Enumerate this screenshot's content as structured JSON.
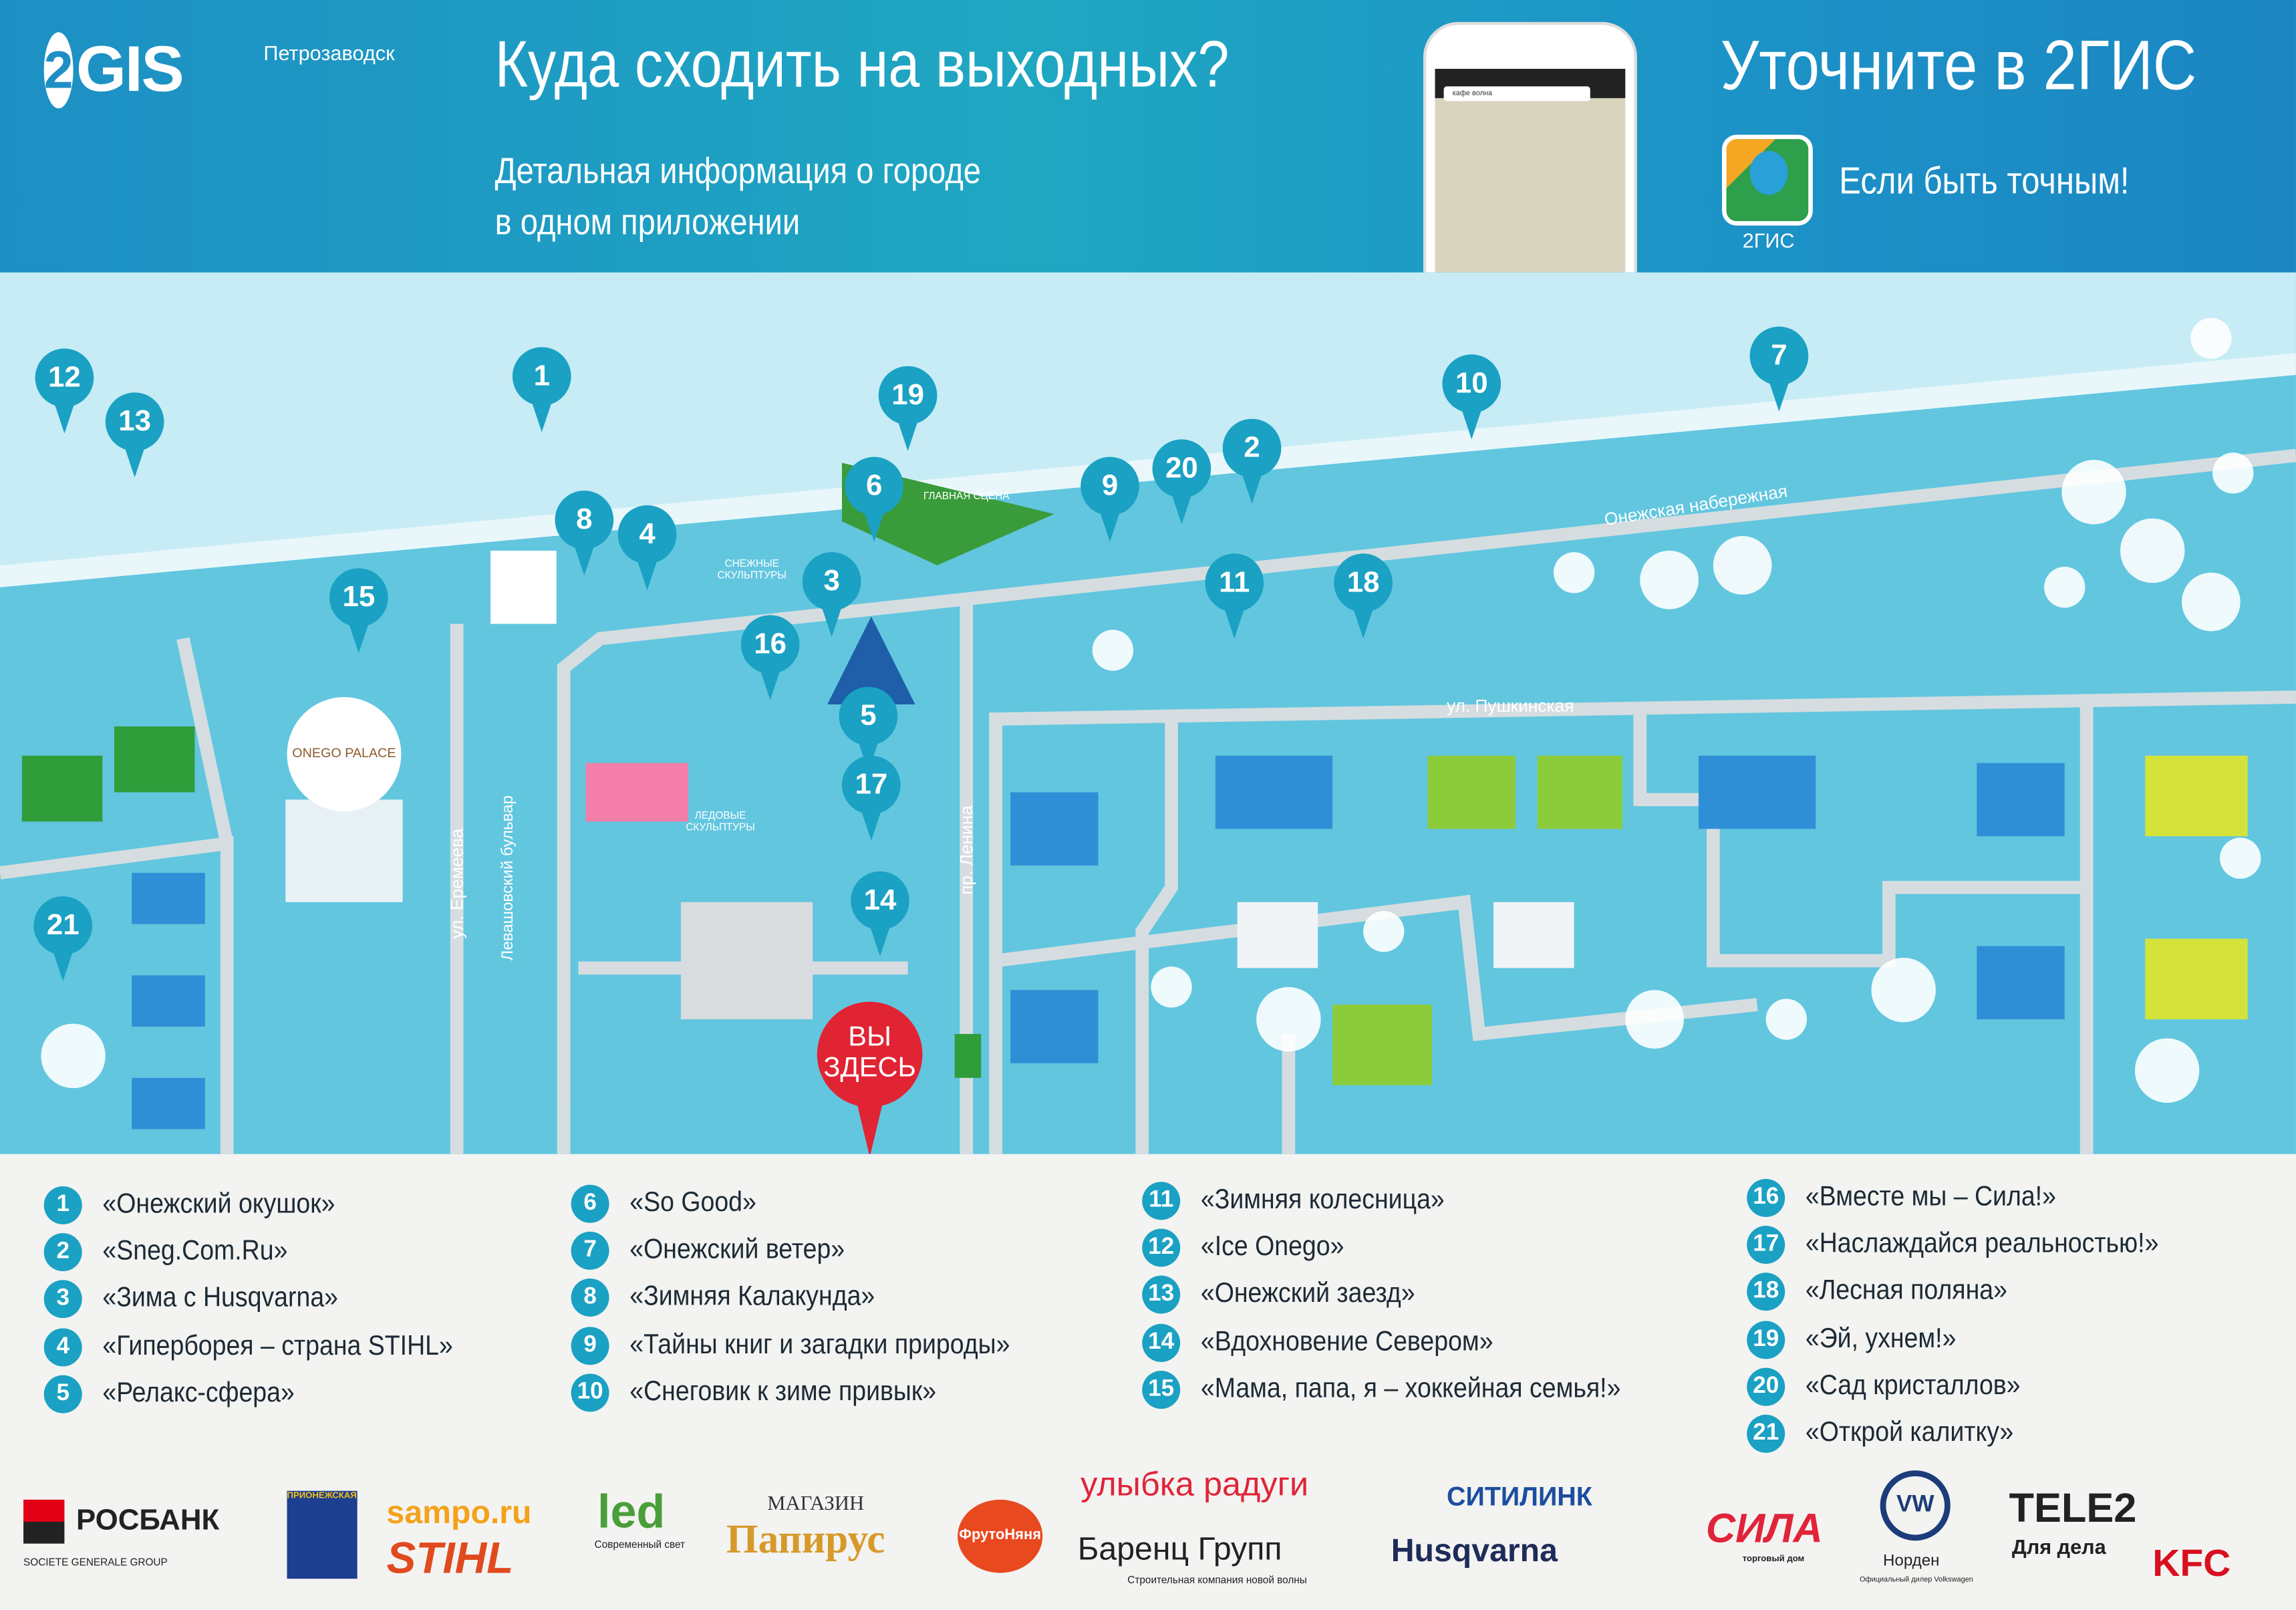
{
  "header": {
    "brand": "2GIS",
    "brand_mark": "2",
    "brand_text": "GIS",
    "city": "Петрозаводск",
    "title": "Куда сходить на выходных?",
    "subtitle_line1": "Детальная информация о городе",
    "subtitle_line2": "в одном приложении",
    "phone_search": "кафе волна",
    "right_title": "Уточните в 2ГИС",
    "app_label": "2ГИС",
    "slogan": "Если быть точным!"
  },
  "map": {
    "streets": {
      "embankment": "Онежская набережная",
      "pushkinskaya": "ул. Пушкинская",
      "eremeeva": "ул. Еремеева",
      "levashovsky": "Левашовский бульвар",
      "lenina": "пр. Ленина"
    },
    "labels": {
      "main_stage": "ГЛАВНАЯ СЦЕНА",
      "snow_sculptures": "СНЕЖНЫЕ СКУЛЬПТУРЫ",
      "ice_sculptures": "ЛЕДОВЫЕ СКУЛЬПТУРЫ",
      "hotel": "ONEGO PALACE"
    },
    "you_are_here_1": "ВЫ",
    "you_are_here_2": "ЗДЕСЬ",
    "pins": {
      "p1": "1",
      "p2": "2",
      "p3": "3",
      "p4": "4",
      "p5": "5",
      "p6": "6",
      "p7": "7",
      "p8": "8",
      "p9": "9",
      "p10": "10",
      "p11": "11",
      "p12": "12",
      "p13": "13",
      "p14": "14",
      "p15": "15",
      "p16": "16",
      "p17": "17",
      "p18": "18",
      "p19": "19",
      "p20": "20",
      "p21": "21"
    },
    "colors": {
      "land": "#62c6df",
      "lake": "#c7ecf5",
      "road": "#d6dde0",
      "pin": "#1aa1c3",
      "here": "#e02434"
    }
  },
  "legend": [
    {
      "n": "1",
      "t": "«Онежский окушок»"
    },
    {
      "n": "2",
      "t": "«Sneg.Com.Ru»"
    },
    {
      "n": "3",
      "t": "«Зима с Husqvarna»"
    },
    {
      "n": "4",
      "t": "«Гиперборея – страна STIHL»"
    },
    {
      "n": "5",
      "t": "«Релакс-сфера»"
    },
    {
      "n": "6",
      "t": "«So Good»"
    },
    {
      "n": "7",
      "t": "«Онежский ветер»"
    },
    {
      "n": "8",
      "t": "«Зимняя Калакунда»"
    },
    {
      "n": "9",
      "t": "«Тайны книг и загадки природы»"
    },
    {
      "n": "10",
      "t": "«Снеговик к зиме привык»"
    },
    {
      "n": "11",
      "t": "«Зимняя колесница»"
    },
    {
      "n": "12",
      "t": "«Ice Onego»"
    },
    {
      "n": "13",
      "t": "«Онежский заезд»"
    },
    {
      "n": "14",
      "t": "«Вдохновение Севером»"
    },
    {
      "n": "15",
      "t": "«Мама, папа, я – хоккейная семья!»"
    },
    {
      "n": "16",
      "t": "«Вместе мы – Сила!»"
    },
    {
      "n": "17",
      "t": "«Наслаждайся реальностью!»"
    },
    {
      "n": "18",
      "t": "«Лесная поляна»"
    },
    {
      "n": "19",
      "t": "«Эй, ухнем!»"
    },
    {
      "n": "20",
      "t": "«Сад кристаллов»"
    },
    {
      "n": "21",
      "t": "«Открой калитку»"
    }
  ],
  "sponsors": {
    "rosbank": "РОСБАНК",
    "rosbank_sub": "SOCIETE GENERALE GROUP",
    "prionezh": "ПРИОНЕЖСКАЯ",
    "sampo": "sampo.ru",
    "stihl": "STIHL",
    "led": "led",
    "led_sub": "Современный свет",
    "papirus_top": "МАГАЗИН",
    "papirus": "Папирус",
    "frutonyanya": "ФрутоНяня",
    "ulybka": "улыбка радуги",
    "barents": "Баренц Групп",
    "barents_sub": "Строительная компания новой волны",
    "citilink": "СИТИЛИНК",
    "husqvarna": "Husqvarna",
    "sila": "СИЛА",
    "sila_sub": "торговый дом",
    "vw": "VW",
    "norden": "Норден",
    "norden_sub": "Официальный дилер Volkswagen",
    "tele2": "TELE2",
    "tele2_sub": "Для дела",
    "kfc": "KFC"
  }
}
